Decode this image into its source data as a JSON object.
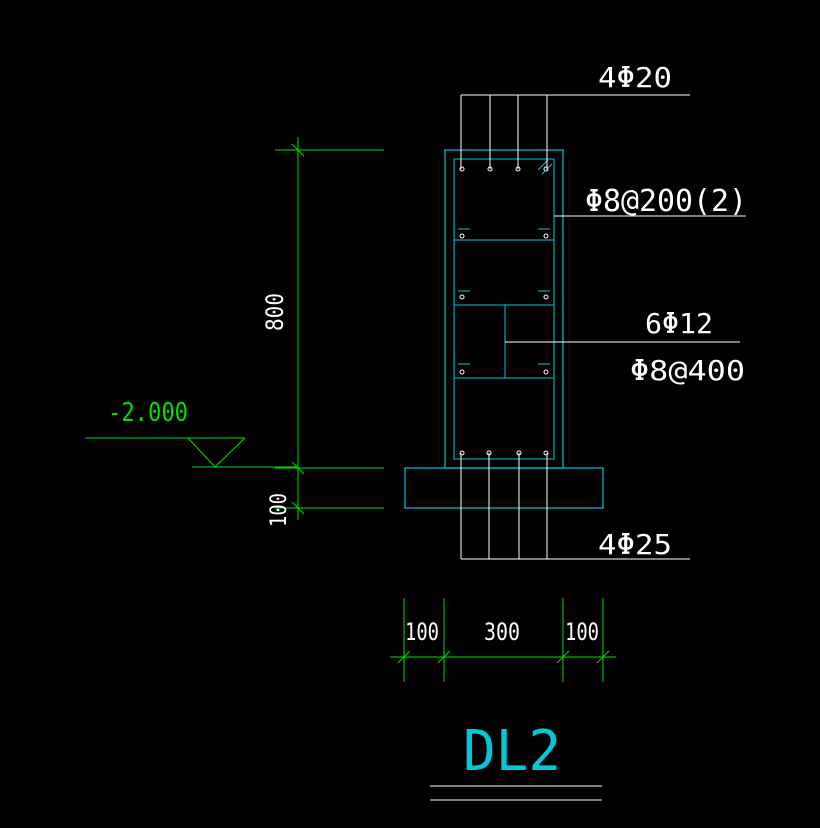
{
  "colors": {
    "background": "#000000",
    "concrete": "#00c8d8",
    "rebar": "#ffffff",
    "dimension": "#00e000",
    "title": "#00c8d8"
  },
  "annotations": {
    "top_bars": "4Φ20",
    "stirrup_main": "Φ8@200(2)",
    "side_bars": "6Φ12",
    "stirrup_tie": "Φ8@400",
    "bottom_bars": "4Φ25",
    "elevation": "-2.000"
  },
  "dimensions": {
    "beam_height": "800",
    "cushion_height": "100",
    "left_offset": "100",
    "beam_width": "300",
    "right_offset": "100"
  },
  "title": "DL2"
}
